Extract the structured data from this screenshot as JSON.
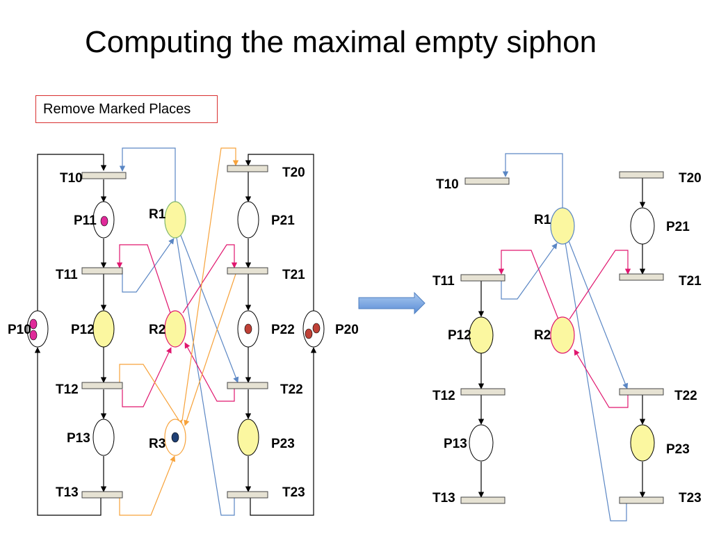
{
  "title": "Computing the maximal empty siphon",
  "step_label": "Remove Marked Places",
  "colors": {
    "resource_fill": "#fbf7a0",
    "place_stroke": "#000000",
    "transition_fill": "#e6e2d3",
    "blue_arc": "#5a86c4",
    "magenta_arc": "#e0166e",
    "orange_arc": "#f7a23a",
    "token_magenta": "#e02a9a",
    "token_red": "#bf4137",
    "token_navy": "#1f3f74",
    "arrow_fill": "#6f9fdd"
  },
  "left_net": {
    "transitions": [
      "T10",
      "T11",
      "T12",
      "T13",
      "T20",
      "T21",
      "T22",
      "T23"
    ],
    "places": [
      "P10",
      "P11",
      "P12",
      "P13",
      "P20",
      "P21",
      "P22",
      "P23"
    ],
    "resources": [
      "R1",
      "R2",
      "R3"
    ]
  },
  "right_net": {
    "transitions": [
      "T10",
      "T11",
      "T12",
      "T13",
      "T20",
      "T21",
      "T22",
      "T23"
    ],
    "places": [
      "P12",
      "P13",
      "P21",
      "P23"
    ],
    "resources": [
      "R1",
      "R2"
    ]
  }
}
